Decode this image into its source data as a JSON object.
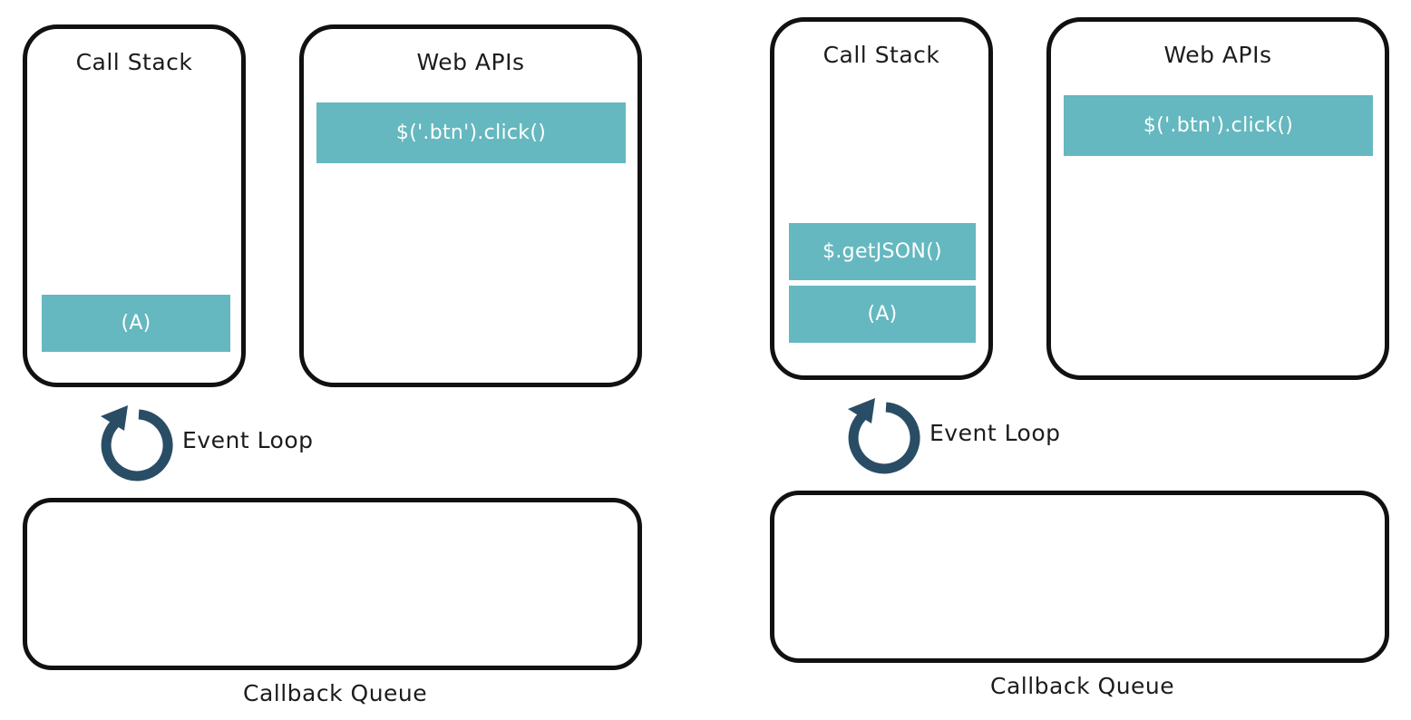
{
  "panels": [
    {
      "call_stack": {
        "title": "Call Stack",
        "frames": [
          "(A)"
        ]
      },
      "web_apis": {
        "title": "Web APIs",
        "items": [
          "$('.btn').click()"
        ]
      },
      "event_loop": {
        "label": "Event Loop"
      },
      "callback_queue": {
        "label": "Callback Queue",
        "items": []
      }
    },
    {
      "call_stack": {
        "title": "Call Stack",
        "frames": [
          "$.getJSON()",
          "(A)"
        ]
      },
      "web_apis": {
        "title": "Web APIs",
        "items": [
          "$('.btn').click()"
        ]
      },
      "event_loop": {
        "label": "Event Loop"
      },
      "callback_queue": {
        "label": "Callback Queue",
        "items": []
      }
    }
  ],
  "colors": {
    "cell_fill": "#65b8bf",
    "cell_text": "#ffffff",
    "outline": "#111111",
    "loop_icon": "#2a4d66"
  },
  "icons": {
    "event_loop": "refresh-cycle-icon"
  }
}
